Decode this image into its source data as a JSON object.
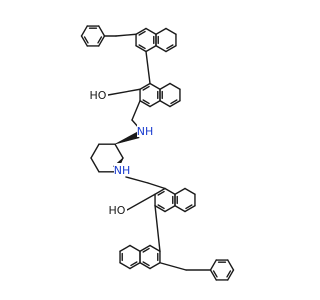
{
  "colors": {
    "background": "#ffffff",
    "bond": "#1a1a1a",
    "carbon_text": "#1a1a1a",
    "nitrogen": "#1a3ccf"
  },
  "labels": {
    "hydroxyl_top": "HO",
    "amine_top": "NH",
    "amine_bottom": "NH",
    "hydroxyl_bottom": "HO"
  }
}
